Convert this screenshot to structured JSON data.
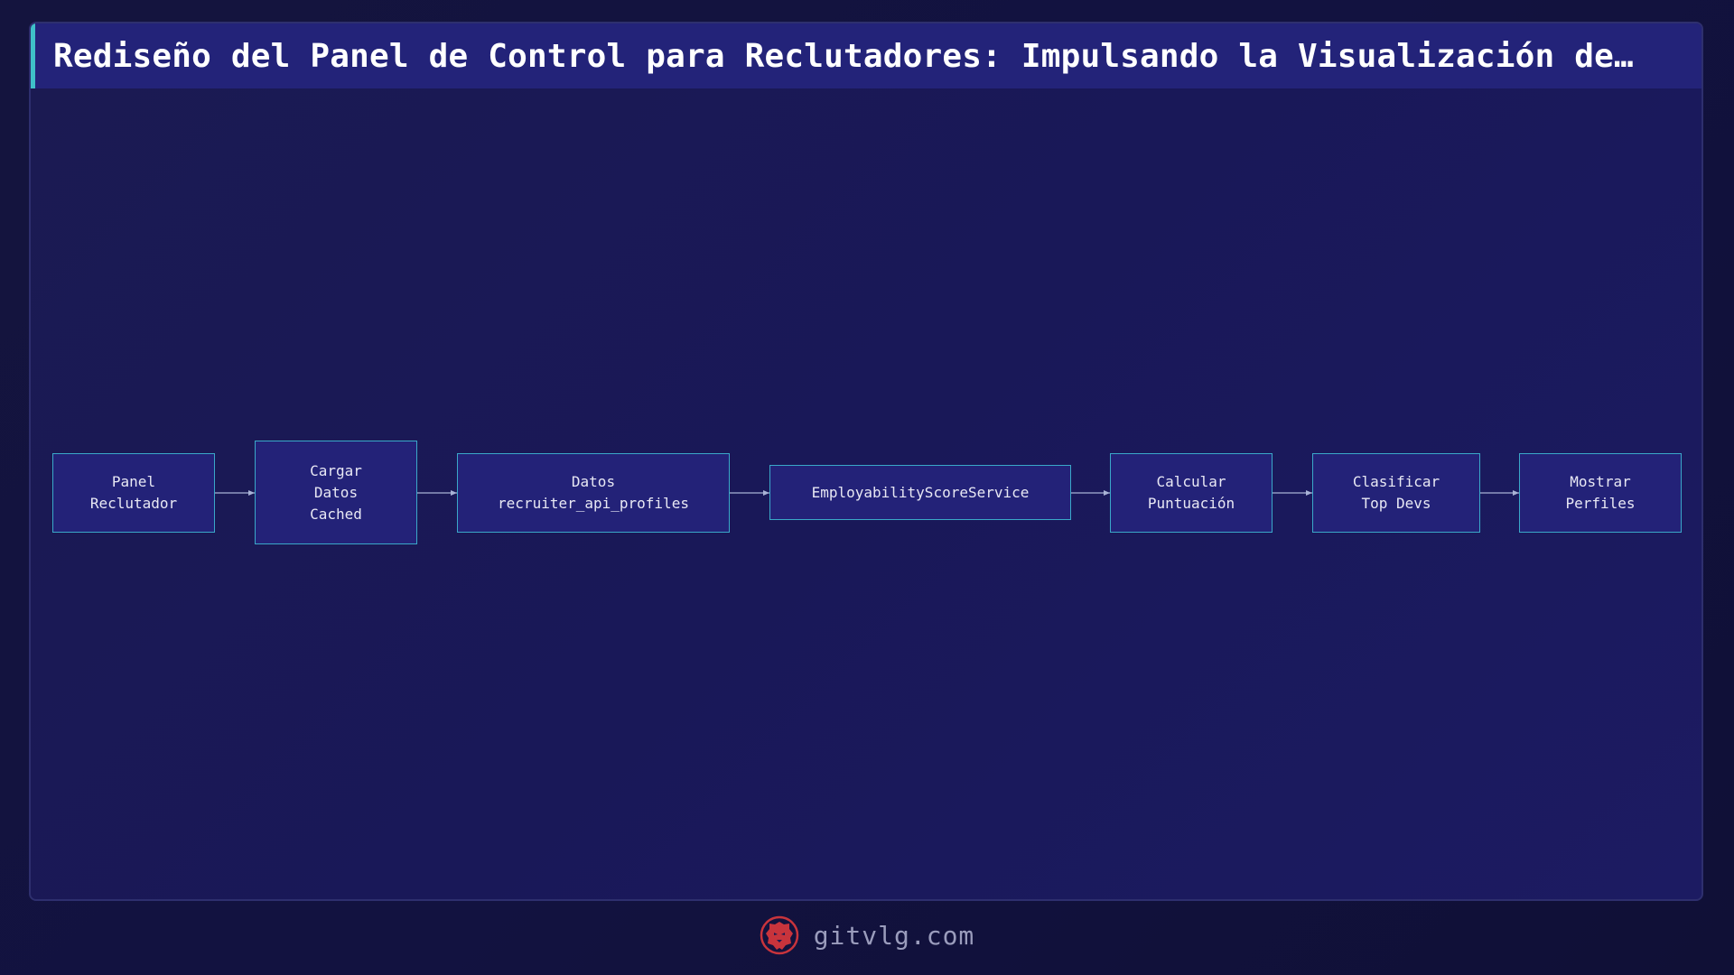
{
  "title": "Rediseño del Panel de Control para Reclutadores: Impulsando la Visualización de…",
  "nodes": [
    {
      "id": "panel-reclutador",
      "label": "Panel\nReclutador"
    },
    {
      "id": "cargar-datos-cached",
      "label": "Cargar\nDatos\nCached"
    },
    {
      "id": "datos-recruiter-api-profiles",
      "label": "Datos\nrecruiter_api_profiles"
    },
    {
      "id": "employability-score-service",
      "label": "EmployabilityScoreService"
    },
    {
      "id": "calcular-puntuacion",
      "label": "Calcular\nPuntuación"
    },
    {
      "id": "clasificar-top-devs",
      "label": "Clasificar\nTop Devs"
    },
    {
      "id": "mostrar-perfiles",
      "label": "Mostrar\nPerfiles"
    }
  ],
  "edges": [
    {
      "from": "panel-reclutador",
      "to": "cargar-datos-cached"
    },
    {
      "from": "cargar-datos-cached",
      "to": "datos-recruiter-api-profiles"
    },
    {
      "from": "datos-recruiter-api-profiles",
      "to": "employability-score-service"
    },
    {
      "from": "employability-score-service",
      "to": "calcular-puntuacion"
    },
    {
      "from": "calcular-puntuacion",
      "to": "clasificar-top-devs"
    },
    {
      "from": "clasificar-top-devs",
      "to": "mostrar-perfiles"
    }
  ],
  "footer": {
    "site": "gitvlg.com",
    "logo_icon": "lion-head-icon"
  },
  "colors": {
    "node_fill": "#232278",
    "node_border": "#3aa8c9",
    "edge": "#a9b3d6",
    "accent": "#3fc0c8",
    "logo": "#c8343c"
  }
}
